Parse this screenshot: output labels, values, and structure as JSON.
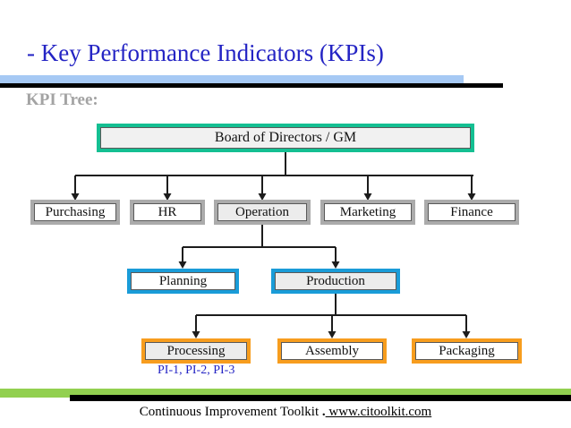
{
  "slide": {
    "title": "- Key Performance Indicators (KPIs)",
    "section_label": "KPI Tree:",
    "tree": {
      "root": {
        "label": "Board of Directors / GM"
      },
      "level2": [
        {
          "label": "Purchasing"
        },
        {
          "label": "HR"
        },
        {
          "label": "Operation"
        },
        {
          "label": "Marketing"
        },
        {
          "label": "Finance"
        }
      ],
      "level3": [
        {
          "label": "Planning"
        },
        {
          "label": "Production"
        }
      ],
      "level4": [
        {
          "label": "Processing"
        },
        {
          "label": "Assembly"
        },
        {
          "label": "Packaging"
        }
      ],
      "kpi_note": "PI-1, PI-2, PI-3"
    },
    "footer": {
      "text": "Continuous Improvement Toolkit ",
      "separator": ".",
      "link": " www.citoolkit.com"
    },
    "colors": {
      "title_blue": "#2424c4",
      "header_bar_blue": "#a6c9f4",
      "section_label_gray": "#a3a3a3",
      "board_border_green": "#14bf92",
      "level2_border_gray": "#ababab",
      "level3_border_blue": "#1a9cd8",
      "level4_border_orange": "#f79d1e",
      "kpi_note_blue": "#2424c4",
      "footer_bar_green": "#92d050"
    }
  }
}
